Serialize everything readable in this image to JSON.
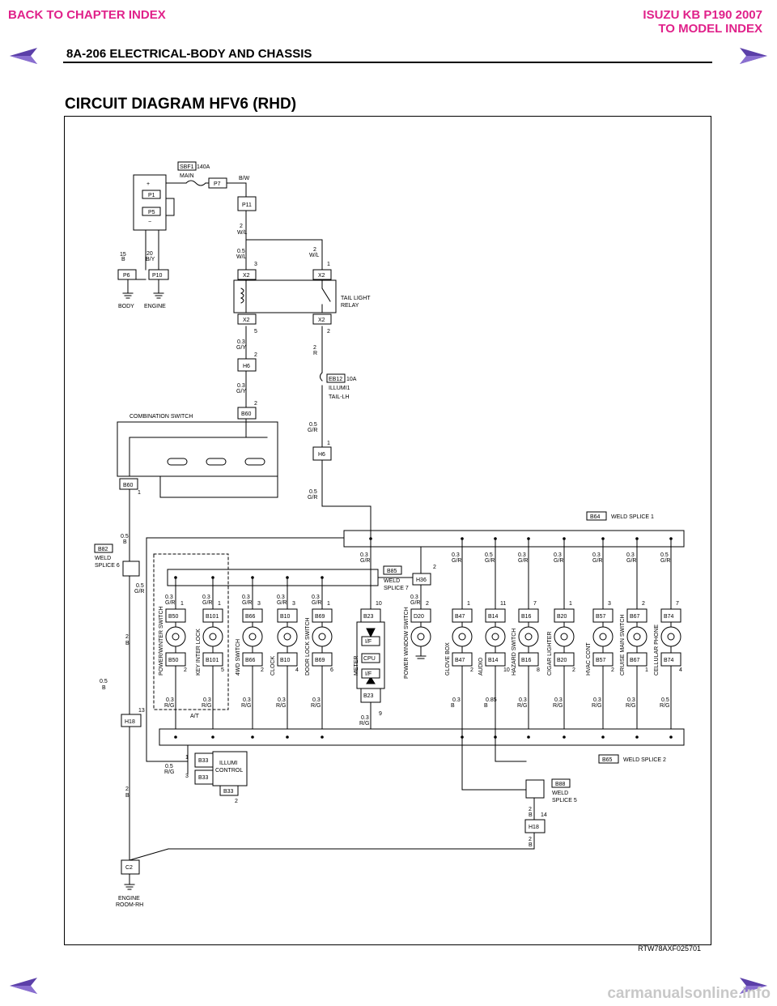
{
  "nav": {
    "back_chapter": "BACK TO CHAPTER INDEX",
    "model_line1": "ISUZU KB P190 2007",
    "model_line2": "TO MODEL INDEX"
  },
  "header": {
    "section": "8A-206  ELECTRICAL-BODY AND CHASSIS",
    "title": "CIRCUIT DIAGRAM HFV6 (RHD)"
  },
  "footer": {
    "code": "RTW78AXF025701",
    "watermark": "carmanualsonline.info"
  },
  "colors": {
    "nav": "#e0218a",
    "arrow": "#5b3fa8"
  },
  "diagram": {
    "fuse_main": {
      "id": "SBF1",
      "rating": "140A",
      "name": "MAIN"
    },
    "battery": {
      "plus": "+",
      "minus": "−",
      "p1": "P1",
      "p5": "P5"
    },
    "p7": "P7",
    "p11": "P11",
    "bw": "B/W",
    "p6": "P6",
    "p10": "P10",
    "body": "BODY",
    "engine": "ENGINE",
    "w15": "15",
    "wB": "B",
    "w20": "20",
    "wBY": "B/Y",
    "w2": "2",
    "wWL": "W/L",
    "w05": "0.5",
    "w03": "0.3",
    "x2": "X2",
    "n1": "1",
    "n2": "2",
    "n3": "3",
    "n4": "4",
    "n5": "5",
    "n6": "6",
    "n7": "7",
    "n8": "8",
    "n9": "9",
    "n10": "10",
    "n11": "11",
    "n13": "13",
    "n14": "14",
    "relay": [
      "TAIL LIGHT",
      "RELAY"
    ],
    "wGY": "G/Y",
    "wR": "R",
    "wGR": "G/R",
    "wRG": "R/G",
    "w085": "0.85",
    "h6": "H6",
    "b60": "B60",
    "fuse_illumi": {
      "id": "EB12",
      "rating": "10A",
      "name": "ILLUMI1",
      "sub": "TAIL-LH"
    },
    "combination_switch": "COMBINATION SWITCH",
    "b64": "B64",
    "weld1": "WELD SPLICE 1",
    "b82": "B82",
    "weld6": [
      "WELD",
      "SPLICE 6"
    ],
    "b85": "B85",
    "weld7": [
      "WELD",
      "SPLICE 7"
    ],
    "h36": "H36",
    "components": [
      {
        "top": "B50",
        "bot": "B50",
        "label": "POWER/WINTER SWITCH"
      },
      {
        "top": "B101",
        "bot": "B101",
        "label": "KEY INTER LOCK"
      },
      {
        "top": "B66",
        "bot": "B66",
        "label": "4WD SWITCH"
      },
      {
        "top": "B10",
        "bot": "B10",
        "label": "CLOCK"
      },
      {
        "top": "B69",
        "bot": "B69",
        "label": "DOOR LOCK SWITCH"
      },
      {
        "top": "B23",
        "bot": "B23",
        "label": "METER"
      },
      {
        "top": "D20",
        "bot": "",
        "label": "POWER WINDOW SWITCH"
      },
      {
        "top": "B47",
        "bot": "B47",
        "label": "GLOVE BOX"
      },
      {
        "top": "B14",
        "bot": "B14",
        "label": "AUDIO"
      },
      {
        "top": "B16",
        "bot": "B16",
        "label": "HAZARD SWITCH"
      },
      {
        "top": "B20",
        "bot": "B20",
        "label": "CIGAR LIGHTER"
      },
      {
        "top": "B57",
        "bot": "B57",
        "label": "HVAC CONT"
      },
      {
        "top": "B67",
        "bot": "B67",
        "label": "CRUISE MAIN SWITCH"
      },
      {
        "top": "B74",
        "bot": "B74",
        "label": "CELLULAR PHONE"
      }
    ],
    "meter_boxes": [
      "I/F",
      "CPU",
      "I/F"
    ],
    "at": "A/T",
    "h18": "H18",
    "b33": "B33",
    "illumi_control": [
      "ILLUMI",
      "CONTROL"
    ],
    "b65": "B65",
    "weld2": "WELD SPLICE 2",
    "b88": "B88",
    "weld5": [
      "WELD",
      "SPLICE 5"
    ],
    "c2": "C2",
    "ground": [
      "ENGINE",
      "ROOM-RH"
    ]
  }
}
